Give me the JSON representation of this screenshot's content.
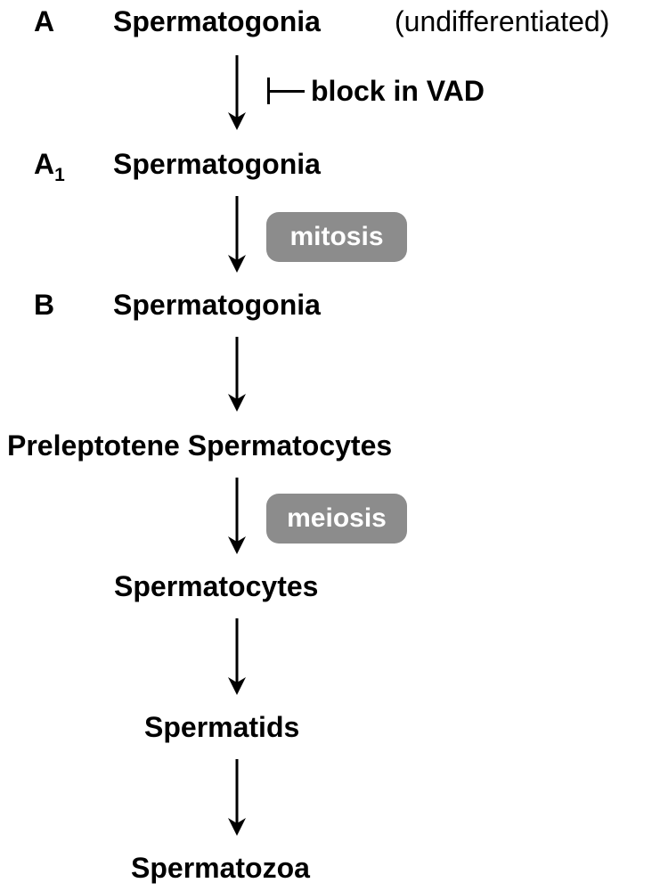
{
  "stages": {
    "a_prefix": "A",
    "a_name": "Spermatogonia",
    "a_note": "(undifferentiated)",
    "a1_prefix": "A",
    "a1_subscript": "1",
    "a1_name": "Spermatogonia",
    "b_prefix": "B",
    "b_name": "Spermatogonia",
    "preleptotene": "Preleptotene Spermatocytes",
    "spermatocytes": "Spermatocytes",
    "spermatids": "Spermatids",
    "spermatozoa": "Spermatozoa"
  },
  "annotations": {
    "block_symbol": "⊢",
    "block_label": "block in VAD",
    "mitosis": "mitosis",
    "meiosis": "meiosis"
  },
  "colors": {
    "text": "#000000",
    "pill_fill": "#8c8c8c",
    "pill_text": "#ffffff",
    "arrow": "#000000"
  }
}
